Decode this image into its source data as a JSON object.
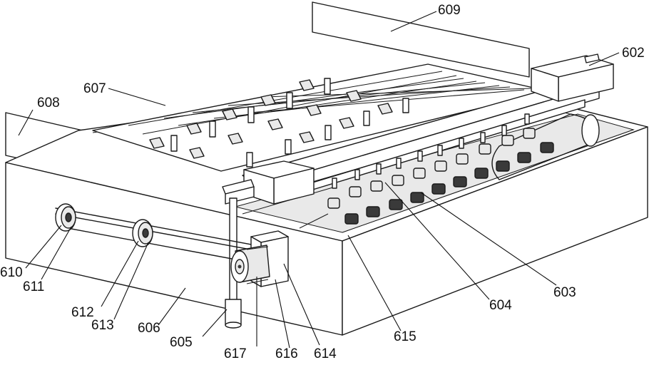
{
  "labels": {
    "l602": "602",
    "l603": "603",
    "l604": "604",
    "l605": "605",
    "l606": "606",
    "l607": "607",
    "l608": "608",
    "l609": "609",
    "l610": "610",
    "l611": "611",
    "l612": "612",
    "l613": "613",
    "l614": "614",
    "l615": "615",
    "l616": "616",
    "l617": "617"
  }
}
